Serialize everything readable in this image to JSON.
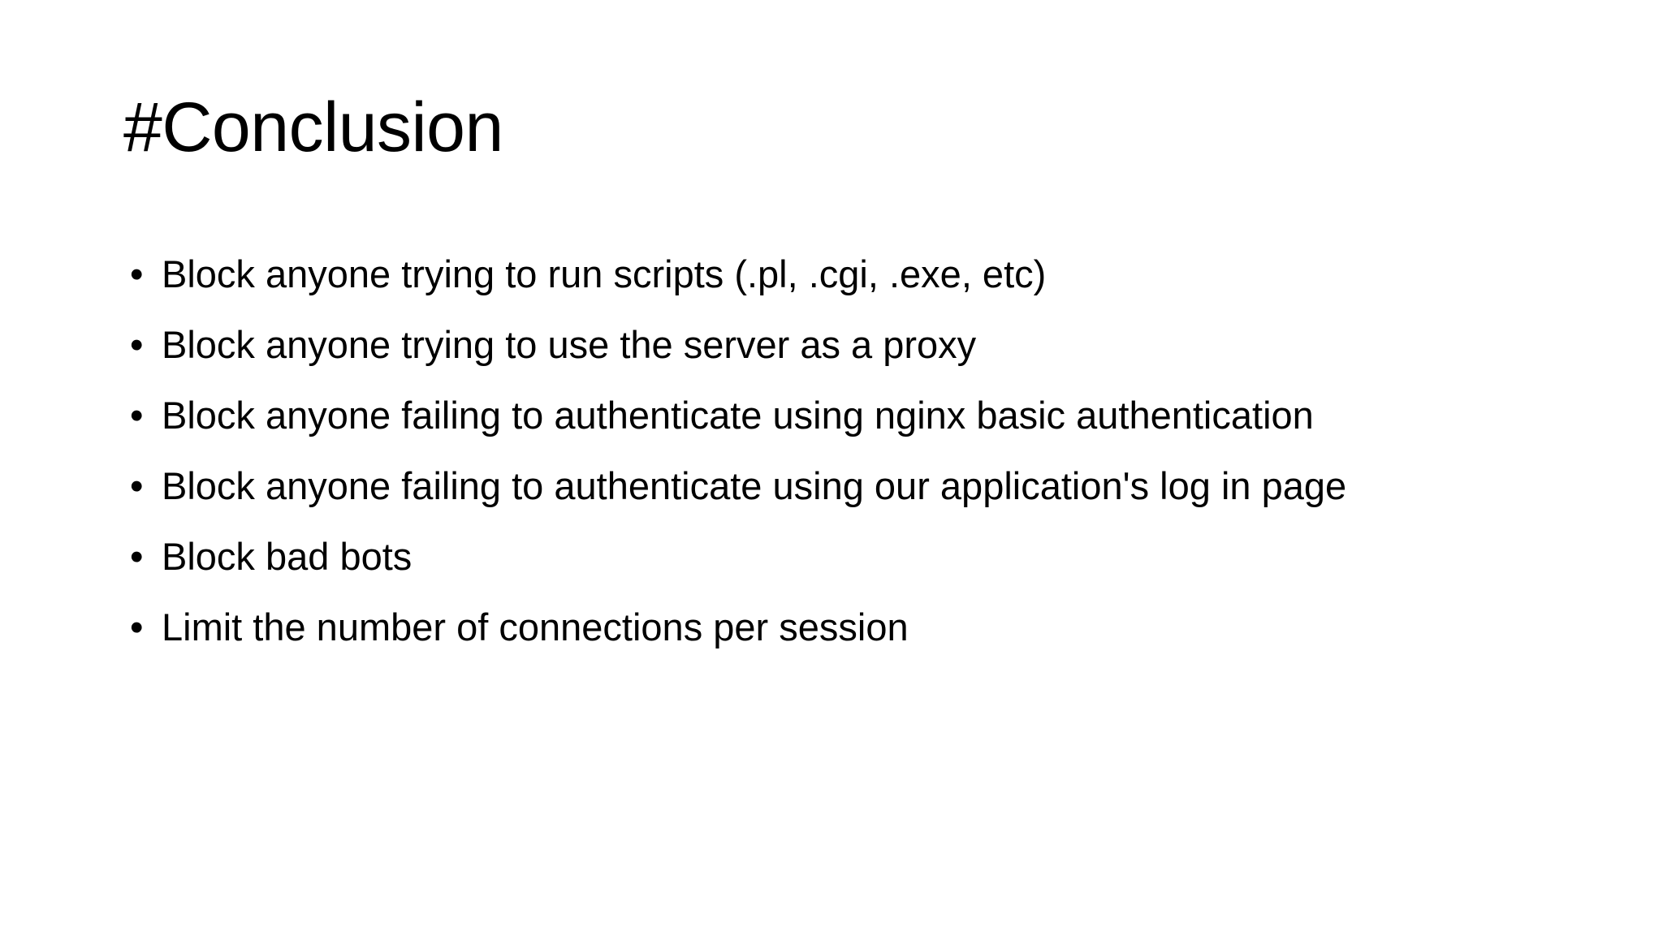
{
  "slide": {
    "background_color": "#ffffff",
    "text_color": "#000000",
    "title": "#Conclusion",
    "bullet_glyph": "•",
    "bullets": [
      {
        "text": "Block anyone trying to run scripts (.pl, .cgi, .exe, etc)"
      },
      {
        "text": "Block anyone trying to use the server as a proxy"
      },
      {
        "text": "Block anyone failing to authenticate using nginx basic authentication"
      },
      {
        "text": "Block anyone failing to authenticate using our application's log in page"
      },
      {
        "text": "Block bad bots"
      },
      {
        "text": "Limit the number of connections per session"
      }
    ]
  }
}
